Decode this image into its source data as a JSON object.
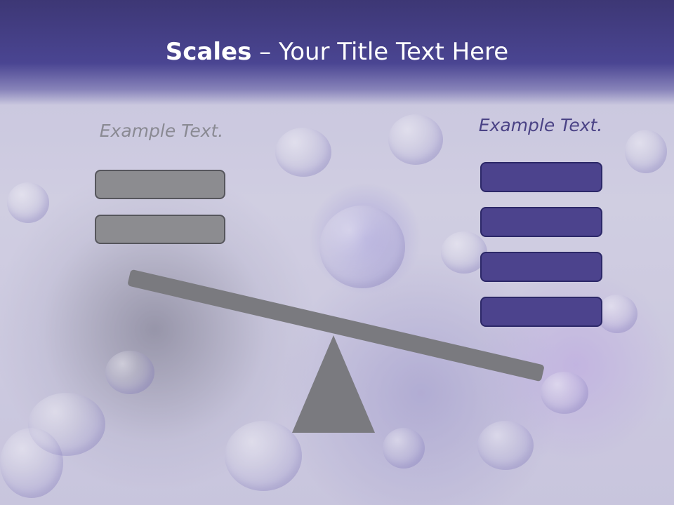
{
  "slide": {
    "title_bold": "Scales",
    "title_rest": " – Your Title Text Here",
    "left_label": "Example Text.",
    "right_label": "Example Text."
  },
  "left_boxes": 2,
  "right_boxes": 4,
  "colors": {
    "title_band": "#4a4592",
    "gray_box": "#8c8c90",
    "purple_box": "#4c438d",
    "beam": "#7a7a7f",
    "left_label": "#8a8a93",
    "right_label": "#4b4386"
  }
}
